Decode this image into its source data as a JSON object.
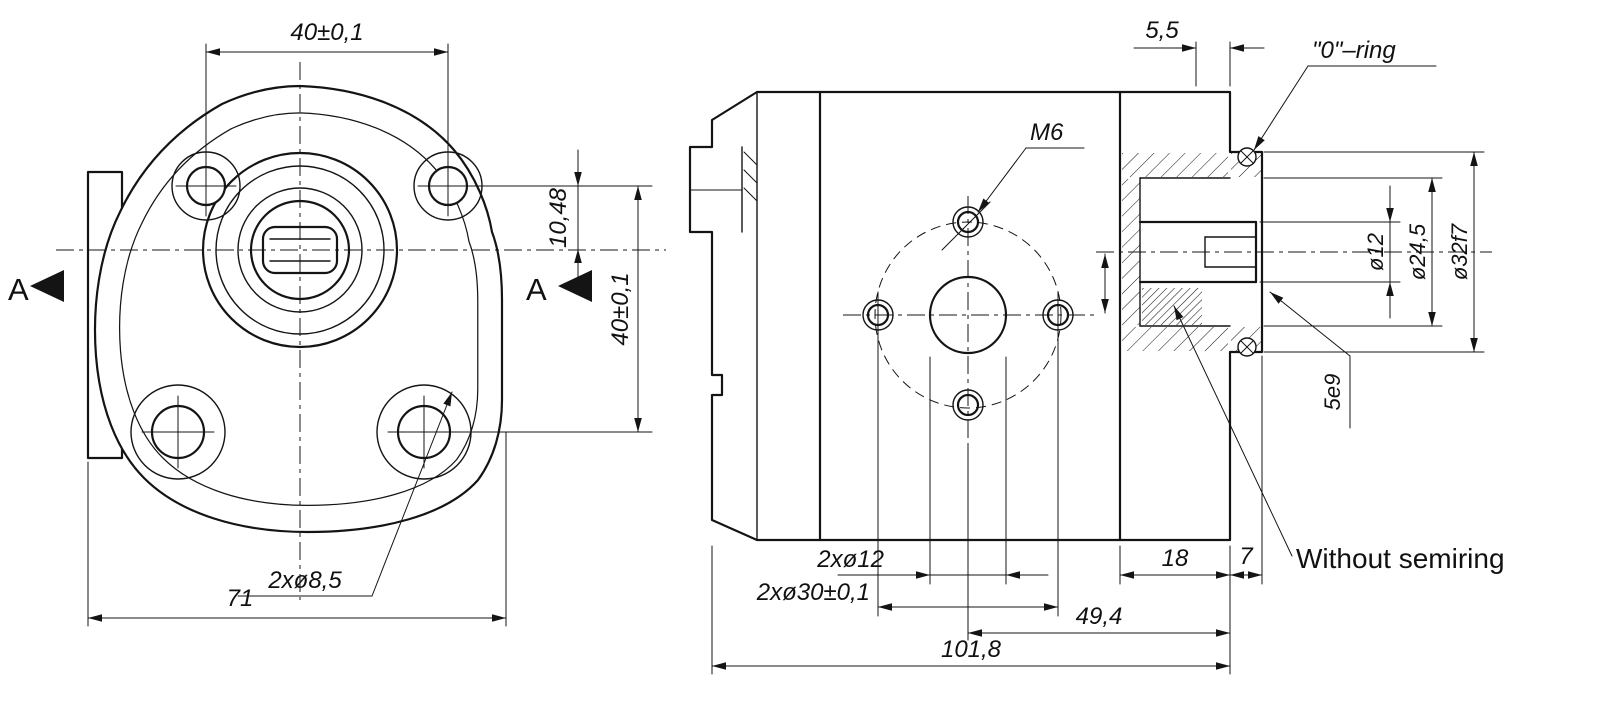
{
  "colors": {
    "ink": "#141414",
    "background": "#ffffff"
  },
  "front_view": {
    "dim_hole_spacing_top": "40±0,1",
    "dim_center_offset": "10,48",
    "dim_hole_spacing_side": "40±0,1",
    "dim_overall_width": "71",
    "label_mount_holes": "2xø8,5",
    "section_letter": "A"
  },
  "side_view": {
    "dim_groove": "5,5",
    "label_oring": "\"0\"–ring",
    "label_thread": "M6",
    "dim_shaft_dia": "ø12",
    "dim_pilot_dia": "ø24,5",
    "dim_spigot_dia": "ø32f7",
    "label_key": "5e9",
    "dim_cover": "18",
    "dim_protrusion": "7",
    "note_semiring": "Without semiring",
    "label_ports": "2xø12",
    "label_bolt_spacing": "2xø30±0,1",
    "dim_rear_length": "49,4",
    "dim_overall_length": "101,8"
  }
}
